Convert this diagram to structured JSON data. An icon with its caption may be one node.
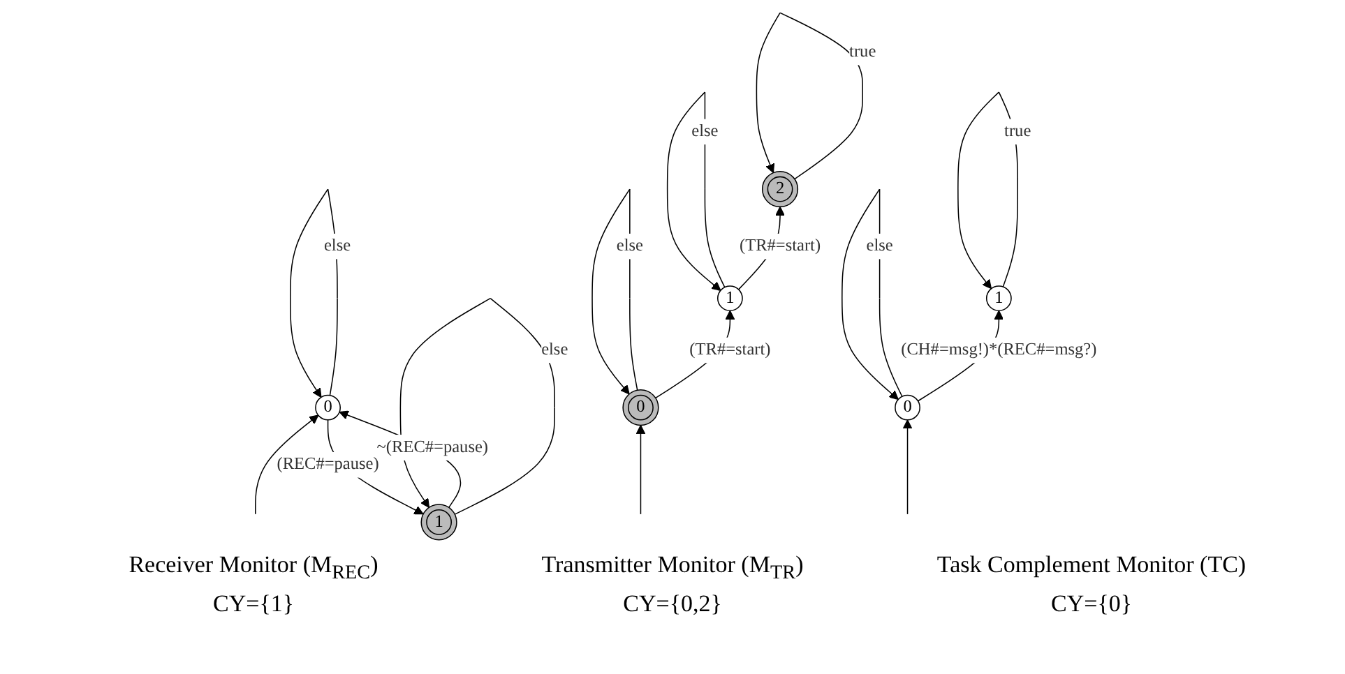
{
  "diagram": {
    "nodes": [
      {
        "text": [
          "1"
        ]
      },
      {
        "text": [
          "0"
        ]
      },
      {
        "text": [
          "2"
        ]
      },
      {
        "text": [
          "1"
        ]
      },
      {
        "text": [
          "0"
        ]
      },
      {
        "text": [
          "1"
        ]
      },
      {
        "text": [
          "0"
        ]
      }
    ],
    "edges": [
      {
        "from": 0,
        "to": 0,
        "arrow": "to",
        "label": "else"
      },
      {
        "from": 1,
        "to": 0,
        "arrow": "to",
        "label": "(REC#=pause)"
      },
      {
        "from": 0,
        "to": 1,
        "arrow": "to",
        "label": "~(REC#=pause)"
      },
      {
        "from": 1,
        "to": 1,
        "arrow": "to",
        "label": "else"
      },
      {
        "from": null,
        "to": 1,
        "arrow": "to"
      },
      {
        "from": 2,
        "to": 2,
        "arrow": "to",
        "label": "true"
      },
      {
        "from": 3,
        "to": 2,
        "arrow": "to",
        "label": "(TR#=start)"
      },
      {
        "from": 3,
        "to": 3,
        "arrow": "to",
        "label": "else"
      },
      {
        "from": 4,
        "to": 3,
        "arrow": "to",
        "label": "(TR#=start)"
      },
      {
        "from": 4,
        "to": 4,
        "arrow": "to",
        "label": "else"
      },
      {
        "from": null,
        "to": 4,
        "arrow": "to"
      },
      {
        "from": 5,
        "to": 5,
        "arrow": "to",
        "label": "true"
      },
      {
        "from": 6,
        "to": 5,
        "arrow": "to",
        "label": "(CH#=msg!)*(REC#=msg?)"
      },
      {
        "from": 6,
        "to": 6,
        "arrow": "to",
        "label": "else"
      },
      {
        "from": null,
        "to": 6,
        "arrow": "to"
      }
    ],
    "labels": [
      "Receiver Monitor (M$_{REC}$)",
      "CY={1}",
      "Transmitter Monitor (M$_{TR}$)",
      "CY={0,2}",
      "Task Complement Monitor (TC)",
      "CY={0}"
    ]
  }
}
